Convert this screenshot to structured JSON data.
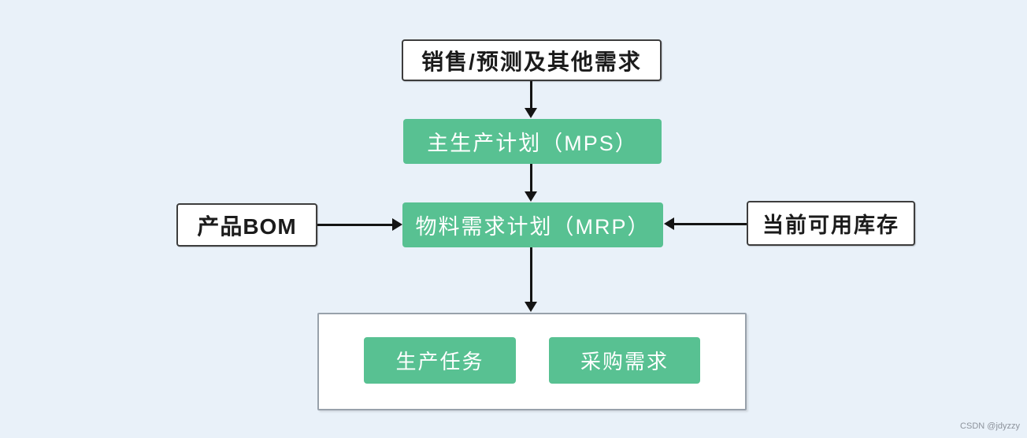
{
  "page": {
    "background_color": "#e9f1f9",
    "watermark": "CSDN @jdyzzy"
  },
  "colors": {
    "node_green": "#58c192",
    "node_text_light": "#ffffff",
    "node_text_dark": "#1b1b1b",
    "white_node_border": "#3d3d3d",
    "container_border": "#98a1ab",
    "arrow": "#141414"
  },
  "nodes": {
    "demand": {
      "label": "销售/预测及其他需求",
      "style": "white"
    },
    "mps": {
      "label": "主生产计划（MPS）",
      "style": "green"
    },
    "mrp": {
      "label": "物料需求计划（MRP）",
      "style": "green"
    },
    "bom": {
      "label": "产品BOM",
      "style": "white"
    },
    "inventory": {
      "label": "当前可用库存",
      "style": "white"
    },
    "production_task": {
      "label": "生产任务",
      "style": "green"
    },
    "purchase_demand": {
      "label": "采购需求",
      "style": "green"
    }
  },
  "edges": [
    {
      "from": "demand",
      "to": "mps",
      "direction": "down"
    },
    {
      "from": "mps",
      "to": "mrp",
      "direction": "down"
    },
    {
      "from": "bom",
      "to": "mrp",
      "direction": "right"
    },
    {
      "from": "inventory",
      "to": "mrp",
      "direction": "left"
    },
    {
      "from": "mrp",
      "to": "outputs_container",
      "direction": "down"
    }
  ]
}
